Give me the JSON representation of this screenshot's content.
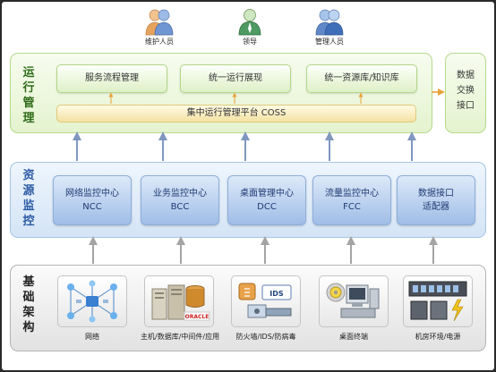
{
  "personnel": [
    {
      "label": "维护人员",
      "icon": "maintenance-staff-icon"
    },
    {
      "label": "领导",
      "icon": "leader-icon"
    },
    {
      "label": "管理人员",
      "icon": "manager-icon"
    }
  ],
  "operations": {
    "title": "运行管理",
    "modules": [
      "服务流程管理",
      "统一运行展现",
      "统一资源库/知识库"
    ],
    "platform": "集中运行管理平台  COSS"
  },
  "data_exchange": {
    "label": "数据交换接口"
  },
  "resource_monitoring": {
    "title": "资源监控",
    "centers": [
      {
        "name": "网络监控中心",
        "abbr": "NCC"
      },
      {
        "name": "业务监控中心",
        "abbr": "BCC"
      },
      {
        "name": "桌面管理中心",
        "abbr": "DCC"
      },
      {
        "name": "流量监控中心",
        "abbr": "FCC"
      },
      {
        "name": "数据接口",
        "abbr": "适配器"
      }
    ]
  },
  "infrastructure": {
    "title": "基础架构",
    "items": [
      {
        "label": "网络",
        "icon": "network-topology-icon"
      },
      {
        "label": "主机/数据库/中间件/应用",
        "icon": "servers-database-icon",
        "logo_text": "ORACLE"
      },
      {
        "label": "防火墙/IDS/防病毒",
        "icon": "firewall-ids-icon",
        "logo_text": "IDS"
      },
      {
        "label": "桌面终端",
        "icon": "desktop-terminal-icon"
      },
      {
        "label": "机房环境/电源",
        "icon": "datacenter-power-icon"
      }
    ]
  },
  "colors": {
    "operations_green": "#e4f3cf",
    "operations_title": "#2e6b1a",
    "monitoring_blue": "#d4e4f6",
    "monitoring_title": "#2b5aa3",
    "infrastructure_gray": "#e2e2e2",
    "arrow_blue": "#7f97bf",
    "arrow_orange": "#e8a23a"
  }
}
